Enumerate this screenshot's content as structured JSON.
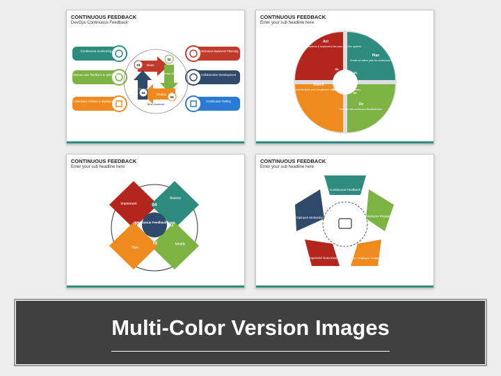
{
  "slides": [
    {
      "title": "CONTINUOUS FEEDBACK",
      "subtitle": "DevOps Continuous Feedback",
      "left_items": [
        "Continuous monitoring",
        "Continuous user feedback & optimization",
        "Continuous release & deployment"
      ],
      "right_items": [
        "Continuous Business Planning",
        "Collaborative Development",
        "Continuous Testing"
      ],
      "cycle_labels": [
        "Ideas",
        "Develop Build",
        "Deploy",
        "Operate"
      ],
      "cycle_numbers": [
        "01",
        "02",
        "03",
        "04"
      ],
      "center_label": "Best practices",
      "colors": {
        "red": "#c0392b",
        "green": "#7cb342",
        "orange": "#ef8a1e",
        "navy": "#2f4a6a",
        "blue": "#2a7bd3",
        "teal": "#2e8c7e"
      }
    },
    {
      "title": "CONTINUOUS FEEDBACK",
      "subtitle": "Enter your sub headline here",
      "segments": [
        {
          "label": "Act",
          "text": "Take necessary actions & implement the plan into the system.",
          "number": "04"
        },
        {
          "label": "Plan",
          "text": "Create an action plan for continuous feedback.",
          "number": "01"
        },
        {
          "label": "Do",
          "text": "Execute this continuous feedback plan.",
          "number": "02"
        },
        {
          "label": "Check",
          "text": "Monitor the continuous feedback plan & implement changes wherever necessary.",
          "number": "03"
        }
      ]
    },
    {
      "title": "CONTINUOUS FEEDBACK",
      "subtitle": "Enter your sub headline here",
      "center": "Continuous Feedback Loop",
      "diamonds": [
        {
          "label": "Implement",
          "number": "04"
        },
        {
          "label": "Assess",
          "number": "01"
        },
        {
          "label": "Modify",
          "number": "02"
        },
        {
          "label": "Plan",
          "number": "03"
        }
      ]
    },
    {
      "title": "CONTINUOUS FEEDBACK",
      "subtitle": "Enter your sub headline here",
      "petals": [
        "Continuous Feedback",
        "Employee Engagement",
        "Manager- Employee Collaboration",
        "Expected Outcomes",
        "Employee Motivation"
      ]
    }
  ],
  "banner": {
    "text": "Multi-Color Version Images"
  }
}
